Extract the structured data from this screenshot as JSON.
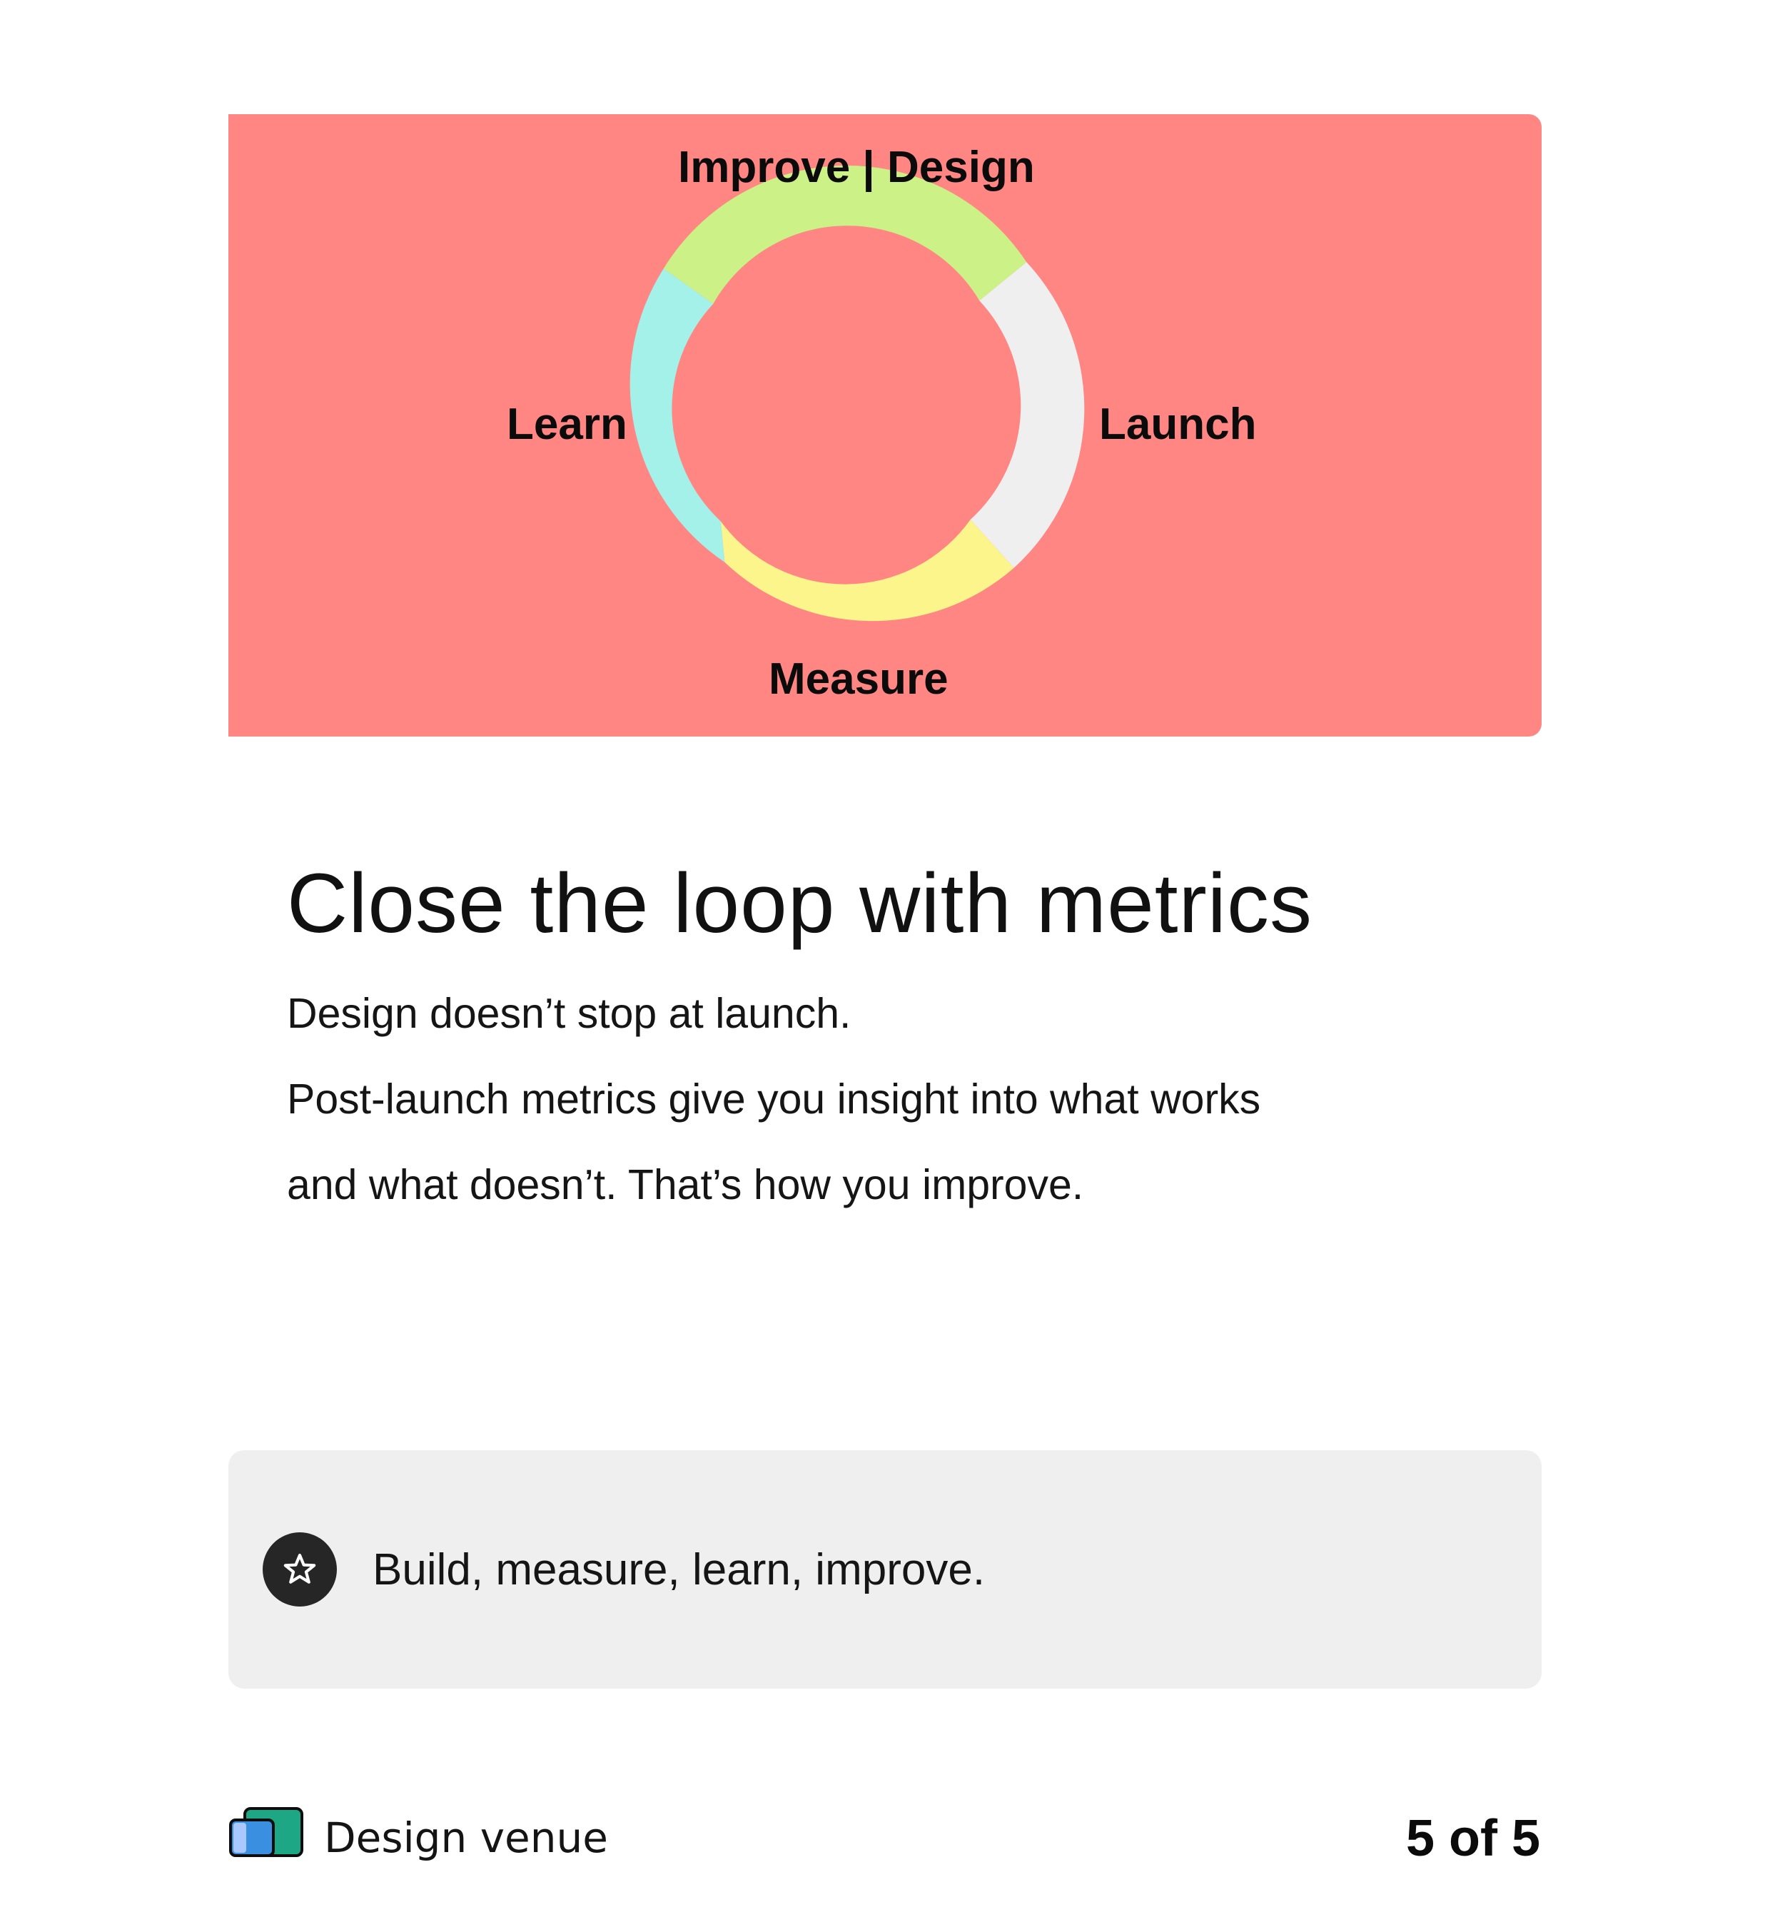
{
  "hero": {
    "background": "#ff8682",
    "labels": {
      "top": "Improve | Design",
      "left": "Learn",
      "right": "Launch",
      "bottom": "Measure"
    },
    "segments": [
      {
        "name": "Design",
        "color": "#ccf186"
      },
      {
        "name": "Launch",
        "color": "#efefef"
      },
      {
        "name": "Measure",
        "color": "#fbf58c"
      },
      {
        "name": "Learn",
        "color": "#a4f1ea"
      }
    ]
  },
  "content": {
    "title": "Close the loop with metrics",
    "body": [
      "Design doesn’t stop at launch.",
      "Post-launch metrics give you insight into what works",
      "and what doesn’t. That’s how you improve."
    ]
  },
  "callout": {
    "icon": "star-icon",
    "text": "Build, measure, learn, improve."
  },
  "footer": {
    "logo_icon": "design-venue-logo",
    "brand": "Design venue",
    "page_indicator": "5 of 5"
  }
}
